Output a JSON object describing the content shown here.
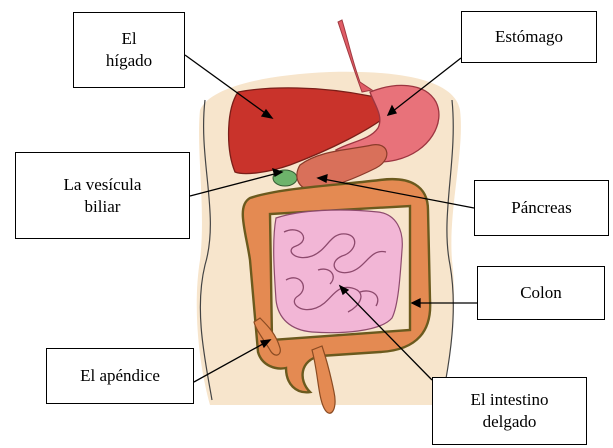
{
  "labels": {
    "liver": [
      "El",
      "hígado"
    ],
    "stomach": "Estómago",
    "gallbladder": [
      "La vesícula",
      "biliar"
    ],
    "pancreas": "Páncreas",
    "colon": "Colon",
    "appendix": "El apéndice",
    "small_intestine": [
      "El intestino",
      "delgado"
    ]
  },
  "colors": {
    "body": "#f7e5cc",
    "liver": "#c9332b",
    "stomach": "#e8727a",
    "pancreas": "#d9705a",
    "small_intestine": "#f2b6d6",
    "colon": "#e48a52",
    "colon_edge": "#6b5a1e"
  }
}
